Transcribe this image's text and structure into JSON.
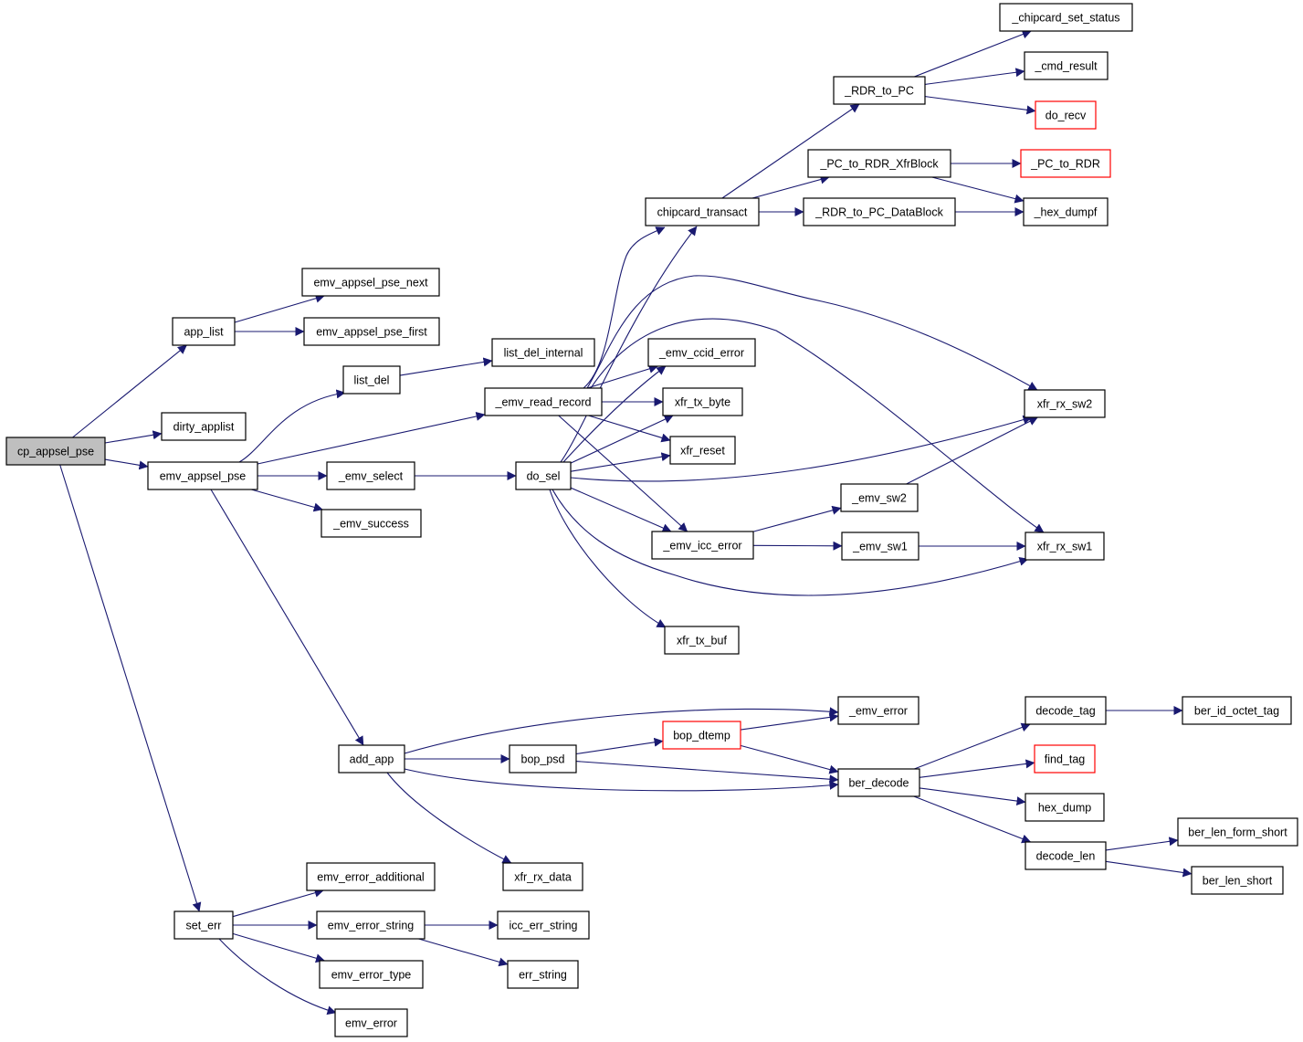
{
  "nodes": [
    {
      "id": "cp_appsel_pse",
      "label": "cp_appsel_pse",
      "root": true
    },
    {
      "id": "app_list",
      "label": "app_list"
    },
    {
      "id": "dirty_applist",
      "label": "dirty_applist"
    },
    {
      "id": "emv_appsel_pse",
      "label": "emv_appsel_pse"
    },
    {
      "id": "set_err",
      "label": "set_err"
    },
    {
      "id": "emv_appsel_pse_next",
      "label": "emv_appsel_pse_next"
    },
    {
      "id": "emv_appsel_pse_first",
      "label": "emv_appsel_pse_first"
    },
    {
      "id": "list_del",
      "label": "list_del"
    },
    {
      "id": "list_del_internal",
      "label": "list_del_internal"
    },
    {
      "id": "_emv_read_record",
      "label": "_emv_read_record"
    },
    {
      "id": "_emv_select",
      "label": "_emv_select"
    },
    {
      "id": "_emv_success",
      "label": "_emv_success"
    },
    {
      "id": "add_app",
      "label": "add_app"
    },
    {
      "id": "do_sel",
      "label": "do_sel"
    },
    {
      "id": "chipcard_transact",
      "label": "chipcard_transact"
    },
    {
      "id": "_RDR_to_PC",
      "label": "_RDR_to_PC"
    },
    {
      "id": "_PC_to_RDR_XfrBlock",
      "label": "_PC_to_RDR_XfrBlock"
    },
    {
      "id": "_RDR_to_PC_DataBlock",
      "label": "_RDR_to_PC_DataBlock"
    },
    {
      "id": "_chipcard_set_status",
      "label": "_chipcard_set_status"
    },
    {
      "id": "_cmd_result",
      "label": "_cmd_result"
    },
    {
      "id": "do_recv",
      "label": "do_recv",
      "truncated": true
    },
    {
      "id": "_PC_to_RDR",
      "label": "_PC_to_RDR",
      "truncated": true
    },
    {
      "id": "_hex_dumpf",
      "label": "_hex_dumpf"
    },
    {
      "id": "_emv_ccid_error",
      "label": "_emv_ccid_error"
    },
    {
      "id": "xfr_tx_byte",
      "label": "xfr_tx_byte"
    },
    {
      "id": "xfr_reset",
      "label": "xfr_reset"
    },
    {
      "id": "_emv_icc_error",
      "label": "_emv_icc_error"
    },
    {
      "id": "xfr_tx_buf",
      "label": "xfr_tx_buf"
    },
    {
      "id": "xfr_rx_sw2",
      "label": "xfr_rx_sw2"
    },
    {
      "id": "xfr_rx_sw1",
      "label": "xfr_rx_sw1"
    },
    {
      "id": "_emv_sw2",
      "label": "_emv_sw2"
    },
    {
      "id": "_emv_sw1",
      "label": "_emv_sw1"
    },
    {
      "id": "_emv_error",
      "label": "_emv_error"
    },
    {
      "id": "bop_dtemp",
      "label": "bop_dtemp",
      "truncated": true
    },
    {
      "id": "bop_psd",
      "label": "bop_psd"
    },
    {
      "id": "ber_decode",
      "label": "ber_decode"
    },
    {
      "id": "xfr_rx_data",
      "label": "xfr_rx_data"
    },
    {
      "id": "decode_tag",
      "label": "decode_tag"
    },
    {
      "id": "ber_id_octet_tag",
      "label": "ber_id_octet_tag"
    },
    {
      "id": "find_tag",
      "label": "find_tag",
      "truncated": true
    },
    {
      "id": "hex_dump",
      "label": "hex_dump"
    },
    {
      "id": "decode_len",
      "label": "decode_len"
    },
    {
      "id": "ber_len_form_short",
      "label": "ber_len_form_short"
    },
    {
      "id": "ber_len_short",
      "label": "ber_len_short"
    },
    {
      "id": "emv_error_additional",
      "label": "emv_error_additional"
    },
    {
      "id": "emv_error_string",
      "label": "emv_error_string"
    },
    {
      "id": "emv_error_type",
      "label": "emv_error_type"
    },
    {
      "id": "emv_error",
      "label": "emv_error"
    },
    {
      "id": "icc_err_string",
      "label": "icc_err_string"
    },
    {
      "id": "err_string",
      "label": "err_string"
    }
  ],
  "edges": [
    {
      "from": "cp_appsel_pse",
      "to": "app_list"
    },
    {
      "from": "cp_appsel_pse",
      "to": "dirty_applist"
    },
    {
      "from": "cp_appsel_pse",
      "to": "emv_appsel_pse"
    },
    {
      "from": "cp_appsel_pse",
      "to": "set_err"
    },
    {
      "from": "app_list",
      "to": "emv_appsel_pse_next"
    },
    {
      "from": "app_list",
      "to": "emv_appsel_pse_first"
    },
    {
      "from": "emv_appsel_pse",
      "to": "list_del"
    },
    {
      "from": "emv_appsel_pse",
      "to": "_emv_read_record"
    },
    {
      "from": "emv_appsel_pse",
      "to": "_emv_select"
    },
    {
      "from": "emv_appsel_pse",
      "to": "_emv_success"
    },
    {
      "from": "emv_appsel_pse",
      "to": "add_app"
    },
    {
      "from": "list_del",
      "to": "list_del_internal"
    },
    {
      "from": "_emv_read_record",
      "to": "chipcard_transact"
    },
    {
      "from": "_emv_read_record",
      "to": "xfr_rx_sw2"
    },
    {
      "from": "_emv_read_record",
      "to": "_emv_ccid_error"
    },
    {
      "from": "_emv_read_record",
      "to": "xfr_tx_byte"
    },
    {
      "from": "_emv_read_record",
      "to": "xfr_reset"
    },
    {
      "from": "_emv_read_record",
      "to": "_emv_icc_error"
    },
    {
      "from": "_emv_read_record",
      "to": "xfr_rx_sw1"
    },
    {
      "from": "_emv_select",
      "to": "do_sel"
    },
    {
      "from": "do_sel",
      "to": "chipcard_transact"
    },
    {
      "from": "do_sel",
      "to": "_emv_ccid_error"
    },
    {
      "from": "do_sel",
      "to": "xfr_tx_byte"
    },
    {
      "from": "do_sel",
      "to": "xfr_reset"
    },
    {
      "from": "do_sel",
      "to": "xfr_rx_sw2"
    },
    {
      "from": "do_sel",
      "to": "_emv_icc_error"
    },
    {
      "from": "do_sel",
      "to": "xfr_rx_sw1"
    },
    {
      "from": "do_sel",
      "to": "xfr_tx_buf"
    },
    {
      "from": "chipcard_transact",
      "to": "_RDR_to_PC"
    },
    {
      "from": "chipcard_transact",
      "to": "_PC_to_RDR_XfrBlock"
    },
    {
      "from": "chipcard_transact",
      "to": "_RDR_to_PC_DataBlock"
    },
    {
      "from": "_RDR_to_PC",
      "to": "_chipcard_set_status"
    },
    {
      "from": "_RDR_to_PC",
      "to": "_cmd_result"
    },
    {
      "from": "_RDR_to_PC",
      "to": "do_recv"
    },
    {
      "from": "_PC_to_RDR_XfrBlock",
      "to": "_PC_to_RDR"
    },
    {
      "from": "_PC_to_RDR_XfrBlock",
      "to": "_hex_dumpf"
    },
    {
      "from": "_RDR_to_PC_DataBlock",
      "to": "_hex_dumpf"
    },
    {
      "from": "_emv_icc_error",
      "to": "_emv_sw2"
    },
    {
      "from": "_emv_icc_error",
      "to": "_emv_sw1"
    },
    {
      "from": "_emv_sw2",
      "to": "xfr_rx_sw2"
    },
    {
      "from": "_emv_sw1",
      "to": "xfr_rx_sw1"
    },
    {
      "from": "add_app",
      "to": "_emv_error"
    },
    {
      "from": "add_app",
      "to": "bop_psd"
    },
    {
      "from": "add_app",
      "to": "ber_decode"
    },
    {
      "from": "add_app",
      "to": "xfr_rx_data"
    },
    {
      "from": "bop_psd",
      "to": "bop_dtemp"
    },
    {
      "from": "bop_psd",
      "to": "ber_decode"
    },
    {
      "from": "bop_dtemp",
      "to": "_emv_error"
    },
    {
      "from": "bop_dtemp",
      "to": "ber_decode"
    },
    {
      "from": "ber_decode",
      "to": "decode_tag"
    },
    {
      "from": "ber_decode",
      "to": "find_tag"
    },
    {
      "from": "ber_decode",
      "to": "hex_dump"
    },
    {
      "from": "ber_decode",
      "to": "decode_len"
    },
    {
      "from": "decode_tag",
      "to": "ber_id_octet_tag"
    },
    {
      "from": "decode_len",
      "to": "ber_len_form_short"
    },
    {
      "from": "decode_len",
      "to": "ber_len_short"
    },
    {
      "from": "set_err",
      "to": "emv_error_additional"
    },
    {
      "from": "set_err",
      "to": "emv_error_string"
    },
    {
      "from": "set_err",
      "to": "emv_error_type"
    },
    {
      "from": "set_err",
      "to": "emv_error"
    },
    {
      "from": "emv_error_string",
      "to": "icc_err_string"
    },
    {
      "from": "emv_error_string",
      "to": "err_string"
    }
  ]
}
